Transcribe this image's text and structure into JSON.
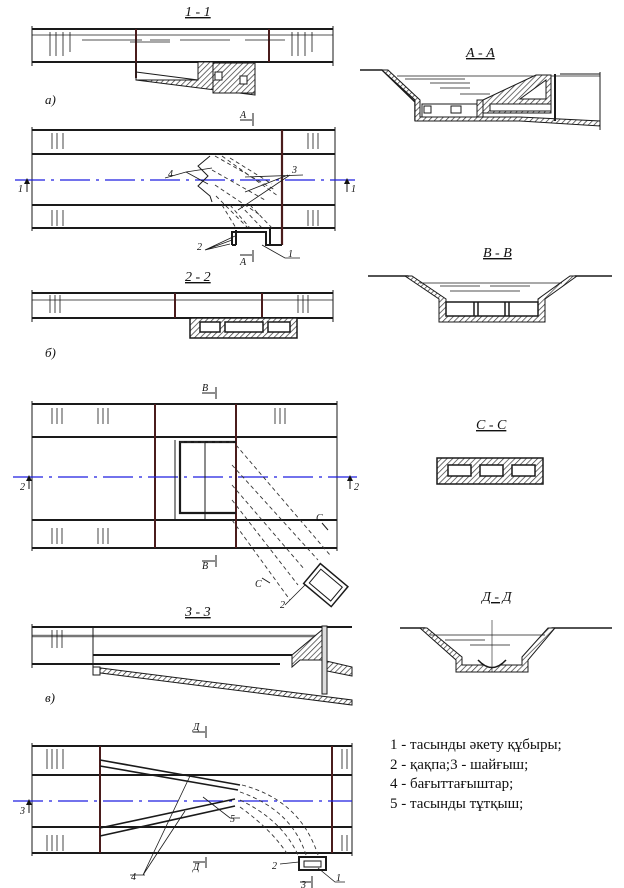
{
  "titles": {
    "s11": "1 - 1",
    "s22": "2 - 2",
    "s33": "3 - 3",
    "aa": "А - А",
    "bb": "В - В",
    "cc": "С - С",
    "dd": "Д - Д"
  },
  "variants": {
    "a": "а)",
    "b": "б)",
    "c": "в)"
  },
  "markers": {
    "n1": "1",
    "n2": "2",
    "n3": "3",
    "n4": "4",
    "n5": "5",
    "A": "А",
    "B": "В",
    "C": "С",
    "D": "Д"
  },
  "legend": [
    "1 - тасынды әкету құбыры;",
    "2 - қақпа;3 - шайғыш;",
    "4 - бағыттағыштар;",
    "5 - тасынды тұтқыш;"
  ]
}
